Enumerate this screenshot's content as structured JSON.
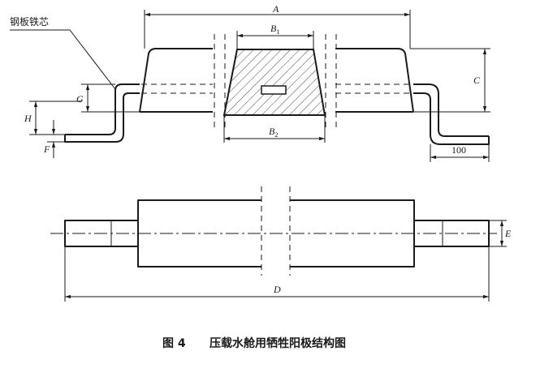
{
  "labels": {
    "core": "钢板铁芯",
    "A": "A",
    "B1": "B",
    "B1_sub": "1",
    "B2": "B",
    "B2_sub": "2",
    "C": "C",
    "D": "D",
    "E": "E",
    "F": "F",
    "G": "G",
    "H": "H",
    "dim_100": "100"
  },
  "caption": {
    "figure_no": "图 4",
    "title": "压载水舱用牺牲阳极结构图"
  }
}
